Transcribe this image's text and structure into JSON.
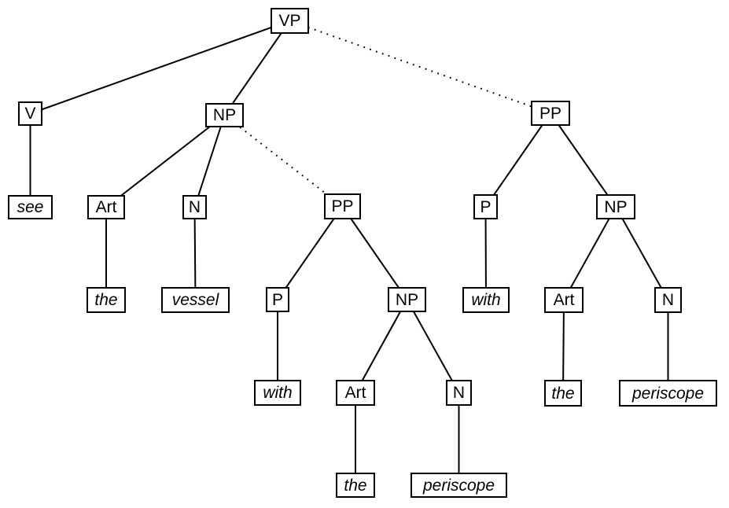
{
  "diagram": {
    "kind": "syntax-parse-tree",
    "sentence_words": [
      "see",
      "the",
      "vessel",
      "with",
      "the",
      "periscope"
    ],
    "colors": {
      "background": "#ffffff",
      "line": "#000000",
      "box_border": "#000000",
      "box_fill": "#ffffff",
      "text": "#000000"
    },
    "nodes": [
      {
        "id": "vp",
        "label": "VP",
        "kind": "category"
      },
      {
        "id": "v",
        "label": "V",
        "kind": "category"
      },
      {
        "id": "np1",
        "label": "NP",
        "kind": "category"
      },
      {
        "id": "pp_right",
        "label": "PP",
        "kind": "category"
      },
      {
        "id": "see",
        "label": "see",
        "kind": "word"
      },
      {
        "id": "art1",
        "label": "Art",
        "kind": "category"
      },
      {
        "id": "n1",
        "label": "N",
        "kind": "category"
      },
      {
        "id": "pp_mid",
        "label": "PP",
        "kind": "category"
      },
      {
        "id": "p_right",
        "label": "P",
        "kind": "category"
      },
      {
        "id": "np_right",
        "label": "NP",
        "kind": "category"
      },
      {
        "id": "the1",
        "label": "the",
        "kind": "word"
      },
      {
        "id": "vessel",
        "label": "vessel",
        "kind": "word"
      },
      {
        "id": "p_mid",
        "label": "P",
        "kind": "category"
      },
      {
        "id": "np_mid",
        "label": "NP",
        "kind": "category"
      },
      {
        "id": "with_right",
        "label": "with",
        "kind": "word"
      },
      {
        "id": "art_right",
        "label": "Art",
        "kind": "category"
      },
      {
        "id": "n_right",
        "label": "N",
        "kind": "category"
      },
      {
        "id": "with_mid",
        "label": "with",
        "kind": "word"
      },
      {
        "id": "art_mid",
        "label": "Art",
        "kind": "category"
      },
      {
        "id": "n_mid",
        "label": "N",
        "kind": "category"
      },
      {
        "id": "the_right",
        "label": "the",
        "kind": "word"
      },
      {
        "id": "periscope_right",
        "label": "periscope",
        "kind": "word"
      },
      {
        "id": "the_mid",
        "label": "the",
        "kind": "word"
      },
      {
        "id": "periscope_mid",
        "label": "periscope",
        "kind": "word"
      }
    ],
    "edges": [
      {
        "from": "vp",
        "to": "v",
        "style": "solid"
      },
      {
        "from": "vp",
        "to": "np1",
        "style": "solid"
      },
      {
        "from": "vp",
        "to": "pp_right",
        "style": "dotted"
      },
      {
        "from": "v",
        "to": "see",
        "style": "solid"
      },
      {
        "from": "np1",
        "to": "art1",
        "style": "solid"
      },
      {
        "from": "np1",
        "to": "n1",
        "style": "solid"
      },
      {
        "from": "np1",
        "to": "pp_mid",
        "style": "dotted"
      },
      {
        "from": "art1",
        "to": "the1",
        "style": "solid"
      },
      {
        "from": "n1",
        "to": "vessel",
        "style": "solid"
      },
      {
        "from": "pp_mid",
        "to": "p_mid",
        "style": "solid"
      },
      {
        "from": "pp_mid",
        "to": "np_mid",
        "style": "solid"
      },
      {
        "from": "p_mid",
        "to": "with_mid",
        "style": "solid"
      },
      {
        "from": "np_mid",
        "to": "art_mid",
        "style": "solid"
      },
      {
        "from": "np_mid",
        "to": "n_mid",
        "style": "solid"
      },
      {
        "from": "art_mid",
        "to": "the_mid",
        "style": "solid"
      },
      {
        "from": "n_mid",
        "to": "periscope_mid",
        "style": "solid"
      },
      {
        "from": "pp_right",
        "to": "p_right",
        "style": "solid"
      },
      {
        "from": "pp_right",
        "to": "np_right",
        "style": "solid"
      },
      {
        "from": "p_right",
        "to": "with_right",
        "style": "solid"
      },
      {
        "from": "np_right",
        "to": "art_right",
        "style": "solid"
      },
      {
        "from": "np_right",
        "to": "n_right",
        "style": "solid"
      },
      {
        "from": "art_right",
        "to": "the_right",
        "style": "solid"
      },
      {
        "from": "n_right",
        "to": "periscope_right",
        "style": "solid"
      }
    ]
  }
}
